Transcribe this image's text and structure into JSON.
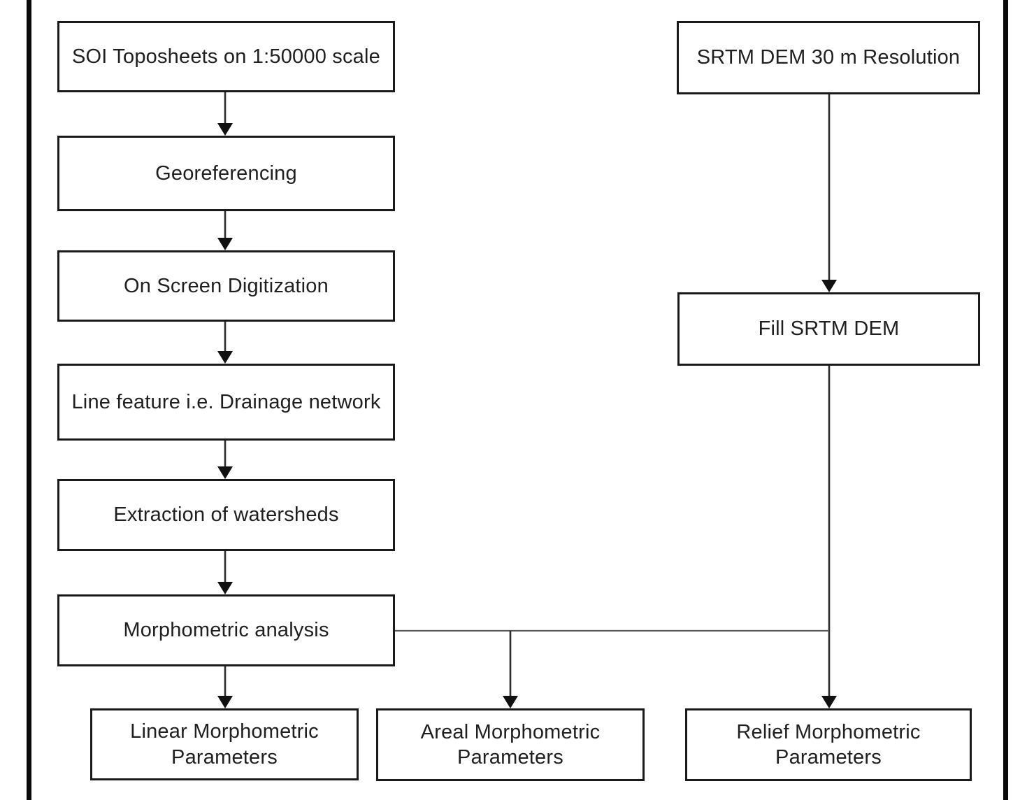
{
  "diagram": {
    "type": "flowchart",
    "background_color": "#ffffff",
    "line_color": "#1a1a1a",
    "nodes": {
      "soi": {
        "label": "SOI Toposheets on 1:50000 scale"
      },
      "georef": {
        "label": "Georeferencing"
      },
      "digitization": {
        "label": "On Screen Digitization"
      },
      "line_feature": {
        "label": "Line feature i.e. Drainage network"
      },
      "watersheds": {
        "label": "Extraction of watersheds"
      },
      "morphometric": {
        "label": "Morphometric analysis"
      },
      "linear": {
        "label": "Linear Morphometric Parameters"
      },
      "areal": {
        "label": "Areal Morphometric Parameters"
      },
      "relief": {
        "label": "Relief Morphometric Parameters"
      },
      "srtm": {
        "label": "SRTM DEM 30 m Resolution"
      },
      "fill": {
        "label": "Fill SRTM DEM"
      }
    },
    "edges": [
      {
        "from": "soi",
        "to": "georef"
      },
      {
        "from": "georef",
        "to": "digitization"
      },
      {
        "from": "digitization",
        "to": "line_feature"
      },
      {
        "from": "line_feature",
        "to": "watersheds"
      },
      {
        "from": "watersheds",
        "to": "morphometric"
      },
      {
        "from": "morphometric",
        "to": "linear"
      },
      {
        "from": "morphometric",
        "to": "areal"
      },
      {
        "from": "morphometric",
        "to": "relief"
      },
      {
        "from": "srtm",
        "to": "fill"
      },
      {
        "from": "fill",
        "to": "relief"
      }
    ]
  }
}
